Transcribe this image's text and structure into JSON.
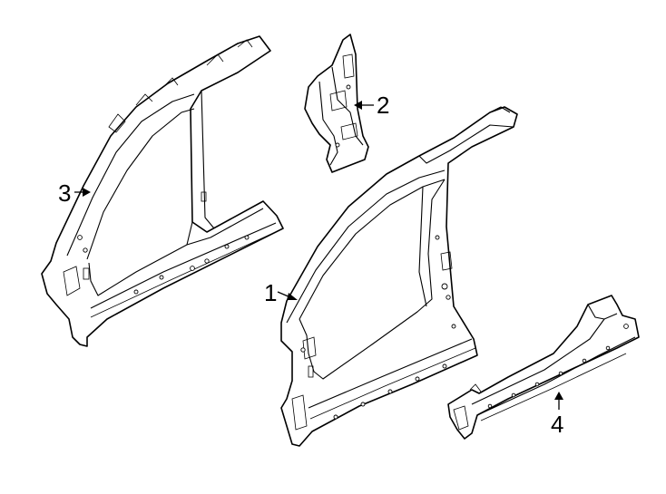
{
  "callouts": [
    {
      "number": "1"
    },
    {
      "number": "2"
    },
    {
      "number": "3"
    },
    {
      "number": "4"
    }
  ]
}
